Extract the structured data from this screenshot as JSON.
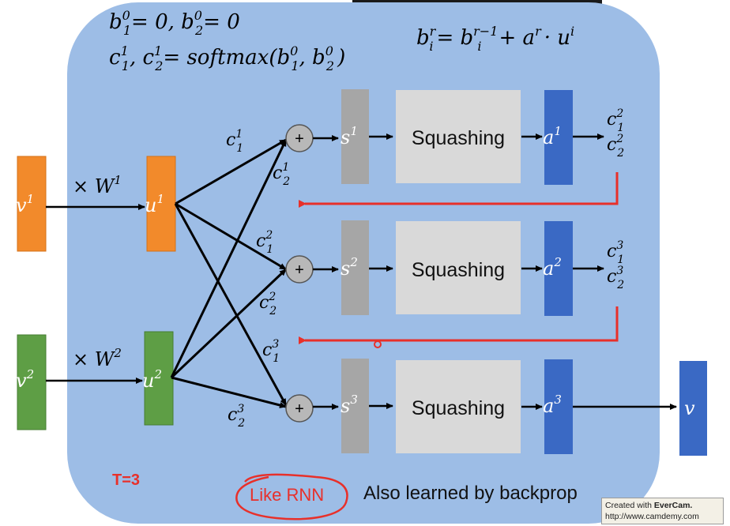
{
  "formulas": {
    "init_b_base": "b",
    "init_line1_text": "= 0, b",
    "init_line1_tail": "= 0",
    "init_line2_c": "c",
    "init_line2_mid": ", c",
    "init_line2_eq": "= softmax(b",
    "init_line2_comma": ", b",
    "init_line2_close": ")",
    "update_b": "b",
    "update_eq": "= b",
    "update_plus": "+ a",
    "update_dot": "· u",
    "sup_0": "0",
    "sup_1": "1",
    "sub_1": "1",
    "sub_2": "2",
    "sup_r": "r",
    "sup_r_minus_1": "r−1",
    "sub_i": "i",
    "sup_i": "i"
  },
  "inputs": {
    "v1": "v",
    "v1_sup": "1",
    "v2": "v",
    "v2_sup": "2",
    "w1": "× W",
    "w1_sup": "1",
    "w2": "× W",
    "w2_sup": "2",
    "u1": "u",
    "u1_sup": "1",
    "u2": "u",
    "u2_sup": "2"
  },
  "weights": [
    {
      "base": "c",
      "sup": "1",
      "sub": "1"
    },
    {
      "base": "c",
      "sup": "1",
      "sub": "2"
    },
    {
      "base": "c",
      "sup": "2",
      "sub": "1"
    },
    {
      "base": "c",
      "sup": "2",
      "sub": "2"
    },
    {
      "base": "c",
      "sup": "3",
      "sub": "1"
    },
    {
      "base": "c",
      "sup": "3",
      "sub": "2"
    }
  ],
  "rows": [
    {
      "plus": "+",
      "s": "s",
      "s_sup": "1",
      "squash": "Squashing",
      "a": "a",
      "a_sup": "1",
      "out1": "c",
      "out1_sup": "2",
      "out1_sub": "1",
      "out2": "c",
      "out2_sup": "2",
      "out2_sub": "2"
    },
    {
      "plus": "+",
      "s": "s",
      "s_sup": "2",
      "squash": "Squashing",
      "a": "a",
      "a_sup": "2",
      "out1": "c",
      "out1_sup": "3",
      "out1_sub": "1",
      "out2": "c",
      "out2_sup": "3",
      "out2_sub": "2"
    },
    {
      "plus": "+",
      "s": "s",
      "s_sup": "3",
      "squash": "Squashing",
      "a": "a",
      "a_sup": "3",
      "out_v": "v"
    }
  ],
  "footer": {
    "t_label": "T=3",
    "like_rnn": "Like RNN",
    "also_learned": "Also learned by backprop"
  },
  "watermark": {
    "line1_prefix": "Created with ",
    "line1_brand": "EverCam.",
    "line2": "http://www.camdemy.com"
  },
  "colors": {
    "panel": "#9dbde6",
    "orange": "#f28a2b",
    "green": "#5e9e45",
    "blue": "#3a69c4",
    "gray_bar": "#a6a6a6",
    "squash_box": "#d9d9d9",
    "red": "#e8302a"
  }
}
